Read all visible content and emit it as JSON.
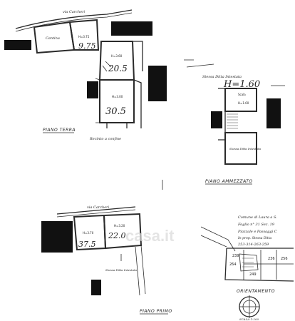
{
  "street": {
    "top": "via Carcheri",
    "bottom": "via Carcheri"
  },
  "ground_floor": {
    "title": "PIANO TERRA",
    "rooms": [
      {
        "name": "Cantina",
        "height": "",
        "area": ""
      },
      {
        "name": "",
        "height": "H=3.75",
        "area": "9.75"
      },
      {
        "name": "",
        "height": "H=3.60",
        "area": "20.5"
      },
      {
        "name": "",
        "height": "H=3.00",
        "area": "30.5"
      }
    ],
    "note": "Recinto a confine"
  },
  "mezzanine": {
    "title": "PIANO AMMEZZATO",
    "note": "Stessa Ditta Intestata",
    "room_height": "H=1.60",
    "room_sub": "H=1.60",
    "room_label": "Scala",
    "lower_note": "Stessa Ditta Intestata"
  },
  "first_floor": {
    "title": "PIANO PRIMO",
    "rooms": [
      {
        "height": "H=3.70",
        "area": "37.5"
      },
      {
        "height": "H=3.20",
        "area": "22.0"
      }
    ],
    "note": "Stessa Ditta Intestata"
  },
  "cadastral": {
    "lines": [
      "Comune di Laura a S.",
      "Foglio n° 31 Sez. 19",
      "Piazzale e Passaggi C",
      "In prop. Stessa Ditta",
      "253-314-263-259"
    ],
    "parcels": [
      "236",
      "256",
      "264",
      "239",
      "249"
    ],
    "orientation": "ORIENTAMENTO",
    "scale": "SCALA 1:200"
  },
  "watermark": "casa.it"
}
